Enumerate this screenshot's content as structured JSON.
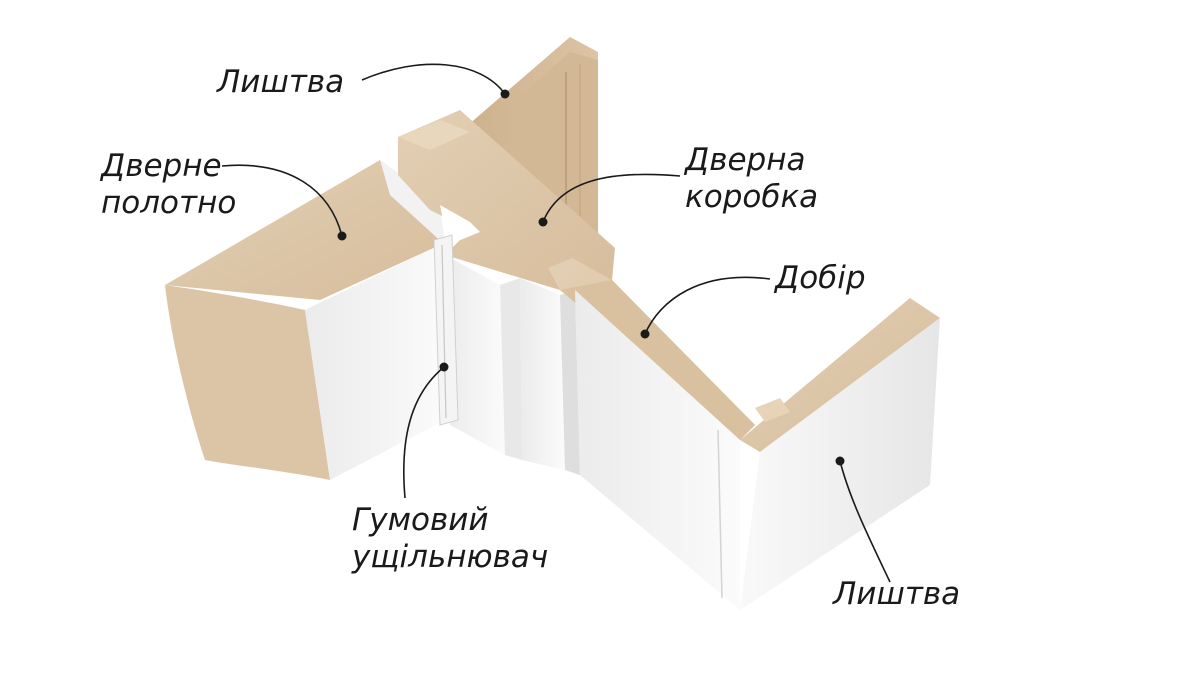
{
  "labels": {
    "trim_top": "Лиштва",
    "door_leaf_line1": "Дверне",
    "door_leaf_line2": "полотно",
    "door_frame_line1": "Дверна",
    "door_frame_line2": "коробка",
    "extension": "Добір",
    "seal_line1": "Гумовий",
    "seal_line2": "ущільнювач",
    "trim_bottom": "Лиштва"
  },
  "colors": {
    "mdf_core": "#dcc6aa",
    "mdf_edge": "#cfb796",
    "white_face": "#f7f7f7",
    "white_shadow": "#e4e4e4",
    "leader": "#1a1a1a"
  }
}
